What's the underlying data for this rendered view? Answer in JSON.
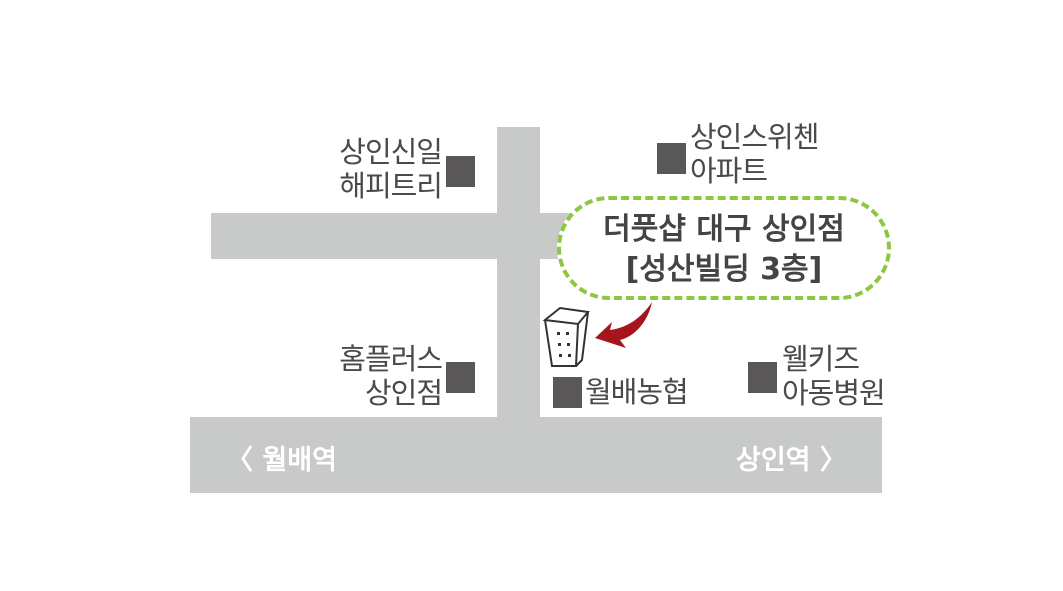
{
  "destination": {
    "name": "더풋샵 대구 상인점",
    "floor": "[성산빌딩 3층]"
  },
  "landmarks": [
    {
      "line1": "상인신일",
      "line2": "해피트리"
    },
    {
      "line1": "상인스위첸",
      "line2": "아파트"
    },
    {
      "line1": "홈플러스",
      "line2": "상인점"
    },
    {
      "line1": "월배농협"
    },
    {
      "line1": "웰키즈",
      "line2": "아동병원"
    }
  ],
  "stations": {
    "left": "〈 월배역",
    "right": "상인역 〉"
  },
  "colors": {
    "road": "#c8c9c9",
    "bubble_border": "#8dc63f",
    "arrow": "#a6141c",
    "marker": "#595757"
  }
}
